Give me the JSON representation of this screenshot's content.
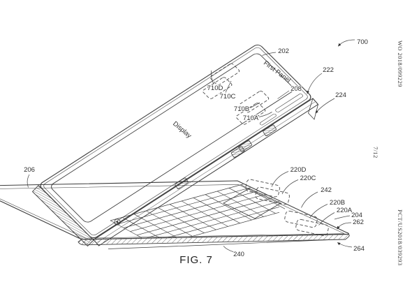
{
  "page": {
    "background": "#ffffff",
    "ink_color": "#3c3c3c"
  },
  "margin": {
    "publication_number": "WO 2018/099229",
    "sheet_index": "7/12",
    "application_number": "PCT/US2018/039293"
  },
  "figure": {
    "caption": "FIG. 7",
    "panel_texts": {
      "first_panel": "First Panel",
      "display": "Display"
    },
    "reference_numerals": [
      "700",
      "202",
      "222",
      "208",
      "224",
      "710D",
      "710C",
      "710B",
      "710A",
      "206",
      "220D",
      "220C",
      "242",
      "220B",
      "220A",
      "204",
      "262",
      "264",
      "240"
    ]
  }
}
